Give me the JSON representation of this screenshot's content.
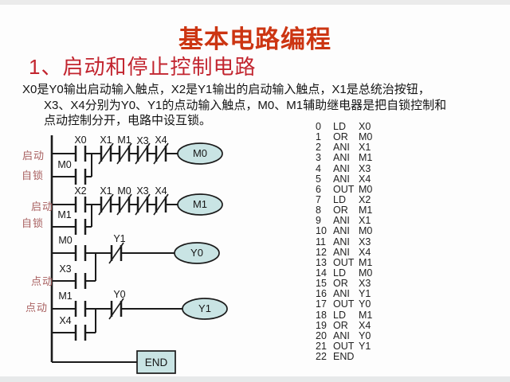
{
  "title": "基本电路编程",
  "subtitle": "1、启动和停止控制电路",
  "description": {
    "line1": "X0是Y0输出启动输入触点，X2是Y1输出的启动输入触点，X1是总统治按钮，",
    "line2": "X3、X4分别为Y0、Y1的点动输入触点，M0、M1辅助继电器是把自锁控制和",
    "line3": "点动控制分开，电路中设互锁。"
  },
  "ladder": {
    "row_labels": {
      "l1": "启动",
      "l2": "自锁",
      "l3": "启动",
      "l4": "自锁",
      "l5": "点动",
      "l6": "点动"
    },
    "rung1": {
      "contact": "X0",
      "nc1": "X1",
      "nc2": "M1",
      "nc3": "X3",
      "nc4": "X4",
      "coil": "M0",
      "branch_contact": "M0"
    },
    "rung2": {
      "contact": "X2",
      "nc1": "X1",
      "nc2": "M0",
      "nc3": "X3",
      "nc4": "X4",
      "coil": "M1",
      "branch_contact": "M1"
    },
    "rung3": {
      "contact": "M0",
      "nc1": "Y1",
      "coil": "Y0",
      "branch_contact": "X3"
    },
    "rung4": {
      "contact": "M1",
      "nc1": "Y0",
      "coil": "Y1",
      "branch_contact": "X4"
    },
    "end_label": "END"
  },
  "instruction_list": [
    {
      "step": "0",
      "op": "LD",
      "operand": "X0"
    },
    {
      "step": "1",
      "op": "OR",
      "operand": "M0"
    },
    {
      "step": "2",
      "op": "ANI",
      "operand": "X1"
    },
    {
      "step": "3",
      "op": "ANI",
      "operand": "M1"
    },
    {
      "step": "4",
      "op": "ANI",
      "operand": "X3"
    },
    {
      "step": "5",
      "op": "ANI",
      "operand": "X4"
    },
    {
      "step": "6",
      "op": "OUT",
      "operand": "M0"
    },
    {
      "step": "7",
      "op": "LD",
      "operand": "X2"
    },
    {
      "step": "8",
      "op": "OR",
      "operand": "M1"
    },
    {
      "step": "9",
      "op": "ANI",
      "operand": "X1"
    },
    {
      "step": "10",
      "op": "ANI",
      "operand": "M0"
    },
    {
      "step": "11",
      "op": "ANI",
      "operand": "X3"
    },
    {
      "step": "12",
      "op": "ANI",
      "operand": "X4"
    },
    {
      "step": "13",
      "op": "OUT",
      "operand": "M1"
    },
    {
      "step": "14",
      "op": "LD",
      "operand": "M0"
    },
    {
      "step": "15",
      "op": "OR",
      "operand": "X3"
    },
    {
      "step": "16",
      "op": "ANI",
      "operand": "Y1"
    },
    {
      "step": "17",
      "op": "OUT",
      "operand": "Y0"
    },
    {
      "step": "18",
      "op": "LD",
      "operand": "M1"
    },
    {
      "step": "19",
      "op": "OR",
      "operand": "X4"
    },
    {
      "step": "20",
      "op": "ANI",
      "operand": "Y0"
    },
    {
      "step": "21",
      "op": "OUT",
      "operand": "Y1"
    },
    {
      "step": "22",
      "op": "END",
      "operand": ""
    }
  ],
  "colors": {
    "title": "#cc3512",
    "subtitle": "#c2252f",
    "coil_fill": "#c9e4e4",
    "line": "#1b1b1b",
    "row_label": "#a86060"
  }
}
